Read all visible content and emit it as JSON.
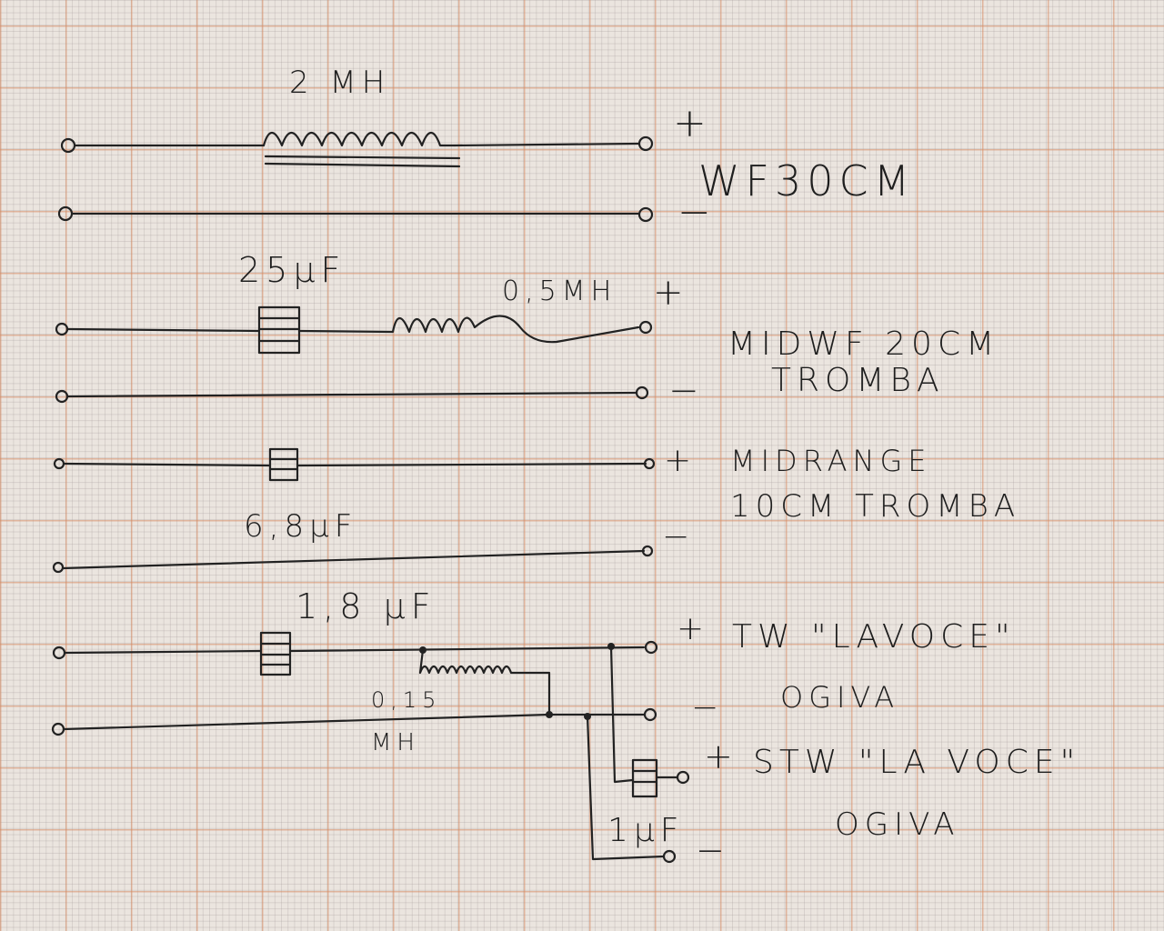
{
  "woofer": {
    "inductor": "2 MH",
    "plus": "+",
    "minus": "−",
    "name": "WF30CM"
  },
  "midwoofer": {
    "capacitor": "25µF",
    "inductor": "0,5MH",
    "plus": "+",
    "minus": "−",
    "name": "MIDWF 20CM",
    "type": "TROMBA"
  },
  "midrange": {
    "capacitor": "6,8µF",
    "plus": "+",
    "minus": "−",
    "name": "MIDRANGE",
    "type": "10CM TROMBA"
  },
  "tweeter": {
    "capacitor": "1,8 µF",
    "inductor_value": "0,15",
    "inductor_unit": "MH",
    "plus": "+",
    "minus": "−",
    "name": "TW \"LAVOCE\"",
    "type": "OGIVA"
  },
  "supertweeter": {
    "capacitor": "1µF",
    "plus": "+",
    "minus": "−",
    "name": "STW \"LA VOCE\"",
    "type": "OGIVA"
  }
}
